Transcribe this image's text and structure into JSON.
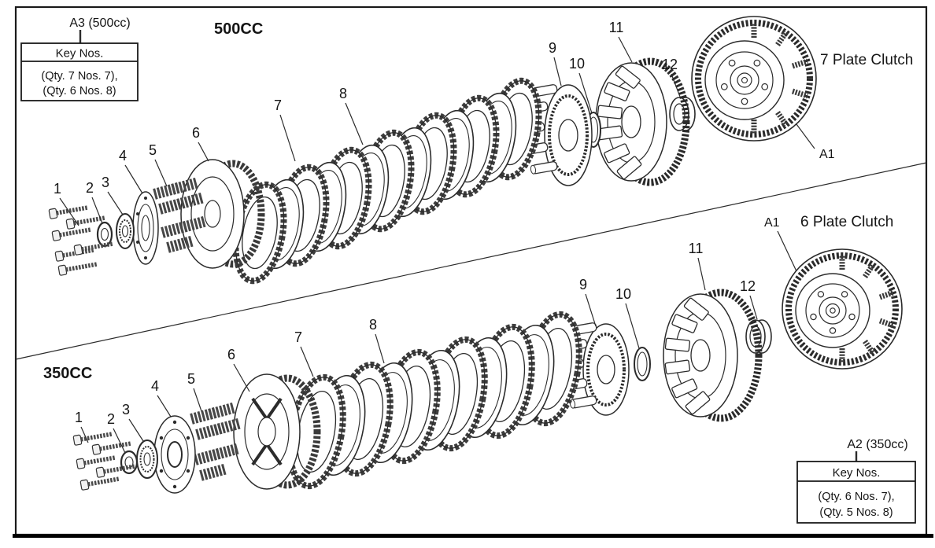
{
  "page": {
    "background": "#ffffff",
    "ink_color": "#2b2b2b",
    "text_color": "#151515"
  },
  "sections": {
    "cc500": {
      "label": "500CC",
      "key_box": {
        "ref": "A3 (500cc)",
        "header": "Key Nos.",
        "qty_line1": "(Qty. 7 Nos. 7),",
        "qty_line2": "(Qty. 6 Nos. 8)"
      },
      "assembly": {
        "ref": "A1",
        "label": "7 Plate Clutch"
      }
    },
    "cc350": {
      "label": "350CC",
      "key_box": {
        "ref": "A2 (350cc)",
        "header": "Key Nos.",
        "qty_line1": "(Qty. 6 Nos. 7),",
        "qty_line2": "(Qty. 5 Nos. 8)"
      },
      "assembly": {
        "ref": "A1",
        "label": "6 Plate Clutch"
      }
    }
  },
  "part_labels": {
    "p1": "1",
    "p2": "2",
    "p3": "3",
    "p4": "4",
    "p5": "5",
    "p6": "6",
    "p7": "7",
    "p8": "8",
    "p9": "9",
    "p10": "10",
    "p11": "11",
    "p12": "12"
  }
}
